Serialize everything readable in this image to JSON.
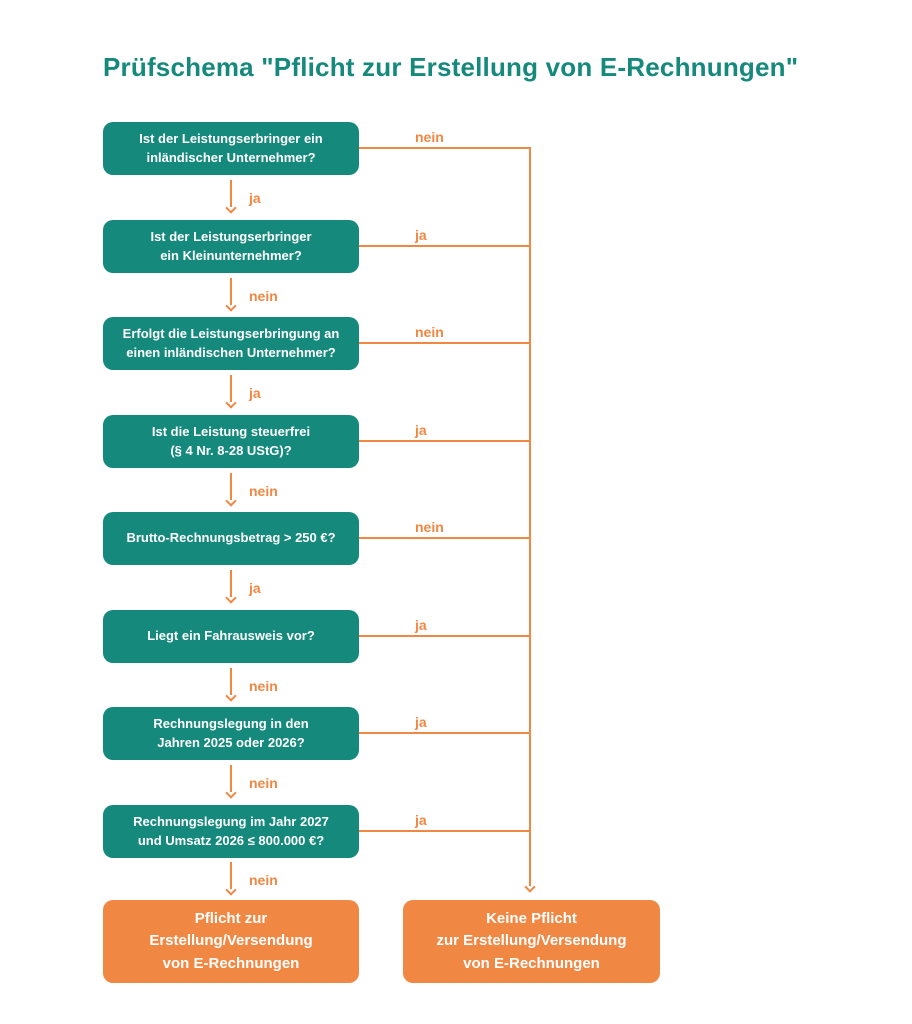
{
  "title": "Prüfschema \"Pflicht zur Erstellung von E-Rechnungen\"",
  "colors": {
    "teal": "#15897C",
    "orange": "#F08843"
  },
  "steps": [
    {
      "lines": [
        "Ist der Leistungserbringer ein",
        "inländischer Unternehmer?"
      ],
      "branch_label": "nein",
      "down_label": "ja"
    },
    {
      "lines": [
        "Ist der Leistungserbringer",
        "ein Kleinunternehmer?"
      ],
      "branch_label": "ja",
      "down_label": "nein"
    },
    {
      "lines": [
        "Erfolgt die Leistungserbringung an",
        "einen inländischen Unternehmer?"
      ],
      "branch_label": "nein",
      "down_label": "ja"
    },
    {
      "lines": [
        "Ist die Leistung steuerfrei",
        "(§ 4 Nr. 8-28 UStG)?"
      ],
      "branch_label": "ja",
      "down_label": "nein"
    },
    {
      "lines": [
        "Brutto-Rechnungsbetrag > 250 €?",
        ""
      ],
      "branch_label": "nein",
      "down_label": "ja"
    },
    {
      "lines": [
        "Liegt ein Fahrausweis vor?",
        ""
      ],
      "branch_label": "ja",
      "down_label": "nein"
    },
    {
      "lines": [
        "Rechnungslegung in den",
        "Jahren 2025 oder 2026?"
      ],
      "branch_label": "ja",
      "down_label": "nein"
    },
    {
      "lines": [
        "Rechnungslegung im Jahr 2027",
        "und Umsatz 2026 ≤ 800.000 €?"
      ],
      "branch_label": "ja",
      "down_label": "nein"
    }
  ],
  "results": {
    "obligation_lines": [
      "Pflicht zur",
      "Erstellung/Versendung",
      "von E-Rechnungen"
    ],
    "no_obligation_lines": [
      "Keine Pflicht",
      "zur Erstellung/Versendung",
      "von E-Rechnungen"
    ]
  }
}
